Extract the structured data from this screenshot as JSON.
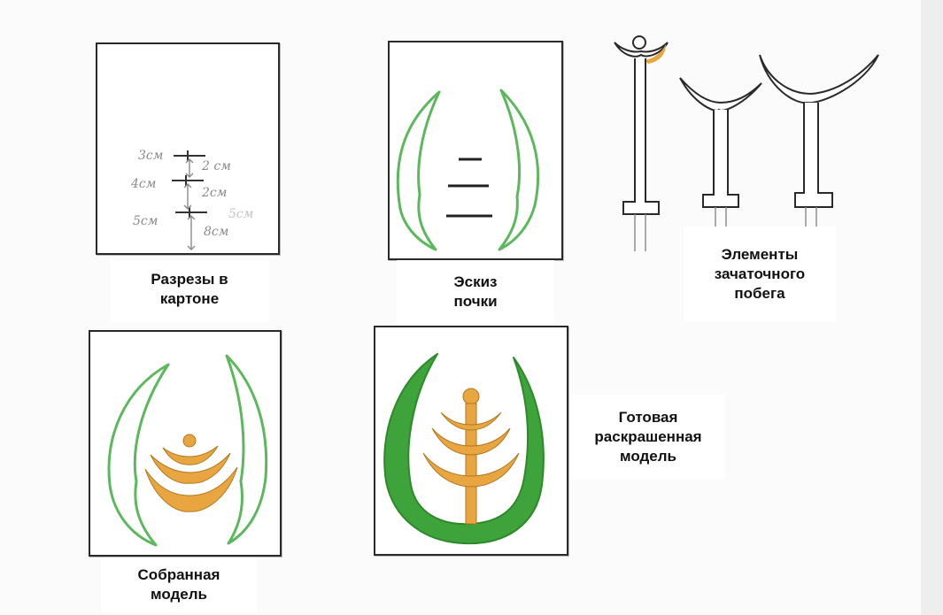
{
  "labels": {
    "cuts": "Разрезы в\nкартоне",
    "sketch": "Эскиз\nпочки",
    "elements": "Элементы\nзачаточного\nпобега",
    "assembled": "Собранная\nмодель",
    "painted": "Готовая\nраскрашенная\nмодель"
  },
  "cut_marks": [
    "3см",
    "2 см",
    "4см",
    "2см",
    "5см",
    "8см",
    "5см"
  ],
  "colors": {
    "outline": "#2a2a2a",
    "green_outline": "#5cb85c",
    "green_fill": "#3ea33a",
    "orange": "#e8a540"
  }
}
